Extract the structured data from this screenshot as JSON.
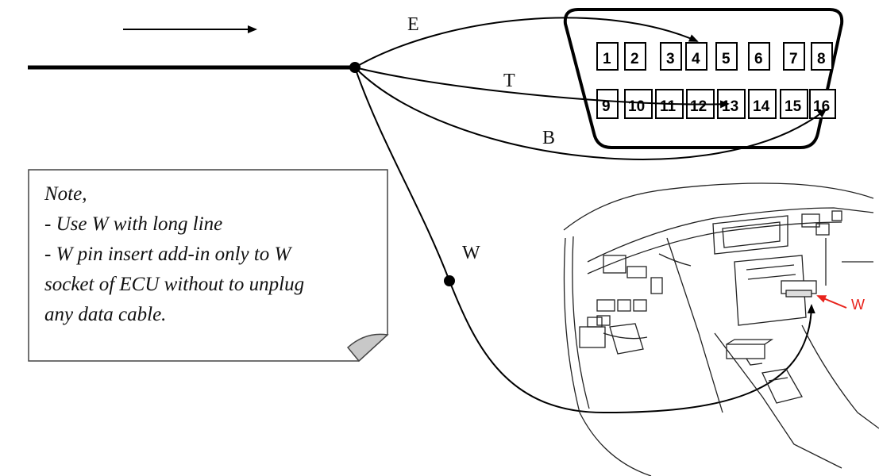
{
  "wires": {
    "E": "E",
    "T": "T",
    "B": "B",
    "W": "W"
  },
  "connector": {
    "top_row_pins": [
      "1",
      "2",
      "3",
      "4",
      "5",
      "6",
      "7",
      "8"
    ],
    "bottom_row_pins": [
      "9",
      "10",
      "11",
      "12",
      "13",
      "14",
      "15",
      "16"
    ]
  },
  "note": {
    "lines": [
      "Note,",
      "- Use W with long line",
      "- W pin insert add-in only to W",
      "socket of ECU without to unplug",
      "any data cable."
    ]
  },
  "dashboard": {
    "w_label": "W"
  },
  "colors": {
    "line": "#000000",
    "w_marker": "#e8231c"
  }
}
